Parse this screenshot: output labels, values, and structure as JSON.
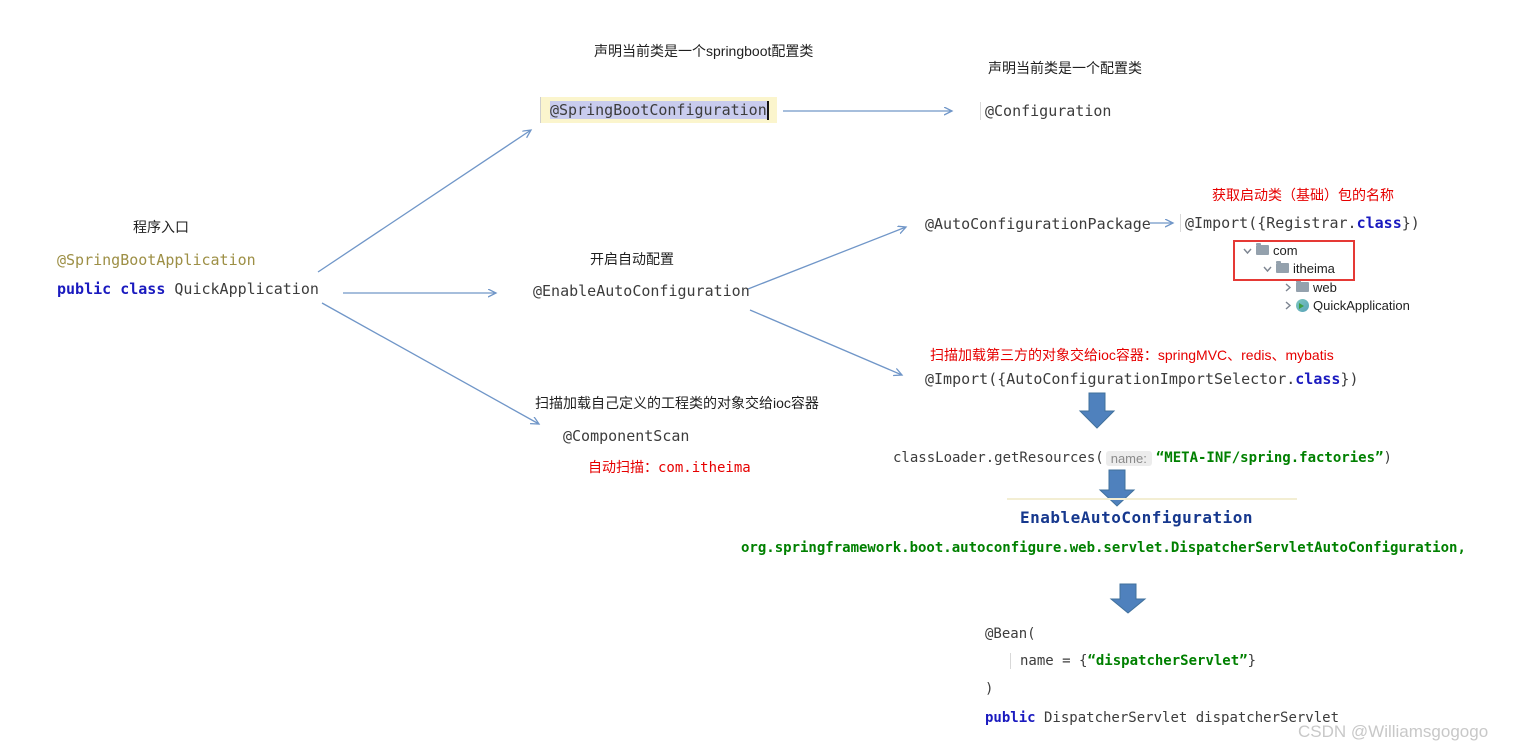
{
  "colors": {
    "arrow": "#7096c8",
    "block_arrow_fill": "#4f81bd",
    "block_arrow_border": "#41719c",
    "note_red": "#e60000",
    "string_green": "#008000",
    "keyword_blue": "#1a1abf",
    "annotation_olive": "#9d8f45",
    "title_navy": "#16388e",
    "selection_bg": "#c9ccee",
    "line_highlight_bg": "#fbf5cd",
    "red_box_border": "#e53935"
  },
  "entry": {
    "label": "程序入口",
    "annotation": "@SpringBootApplication",
    "keyword": "public class",
    "class_name": " QuickApplication"
  },
  "spring_boot_configuration": {
    "note": "声明当前类是一个springboot配置类",
    "annotation": "@SpringBootConfiguration"
  },
  "configuration": {
    "note": "声明当前类是一个配置类",
    "annotation": "@Configuration"
  },
  "enable_auto_configuration": {
    "note": "开启自动配置",
    "annotation": "@EnableAutoConfiguration"
  },
  "auto_configuration_package": {
    "annotation": "@AutoConfigurationPackage",
    "note_red": "获取启动类（基础）包的名称",
    "import_prefix": "@Import({Registrar.",
    "import_keyword": "class",
    "import_suffix": "})"
  },
  "project_tree": {
    "items": [
      {
        "label": "com",
        "expanded": true,
        "icon": "folder"
      },
      {
        "label": "itheima",
        "expanded": true,
        "icon": "folder"
      },
      {
        "label": "web",
        "expanded": false,
        "icon": "folder"
      },
      {
        "label": "QuickApplication",
        "expanded": false,
        "icon": "spring-boot-class"
      }
    ]
  },
  "import_selector": {
    "note_red": "扫描加载第三方的对象交给ioc容器：springMVC、redis、mybatis",
    "import_prefix": "@Import({AutoConfigurationImportSelector.",
    "import_keyword": "class",
    "import_suffix": "})"
  },
  "component_scan": {
    "note": "扫描加载自己定义的工程类的对象交给ioc容器",
    "annotation": "@ComponentScan",
    "note_red_prefix": "自动扫描：",
    "note_red_code": "com.itheima"
  },
  "class_loader": {
    "code_prefix": "classLoader.getResources(",
    "param_hint": "name:",
    "string_value": "“META-INF/spring.factories”",
    "code_suffix": ")"
  },
  "factories": {
    "title": "EnableAutoConfiguration",
    "entry_line": "org.springframework.boot.autoconfigure.web.servlet.DispatcherServletAutoConfiguration,"
  },
  "bean": {
    "line1": "@Bean(",
    "arg_prefix": "name = {",
    "arg_string": "“dispatcherServlet”",
    "arg_suffix": "}",
    "line3": ")",
    "keyword": "public",
    "signature": " DispatcherServlet dispatcherServlet"
  },
  "watermark": "CSDN @Williamsgogogo"
}
